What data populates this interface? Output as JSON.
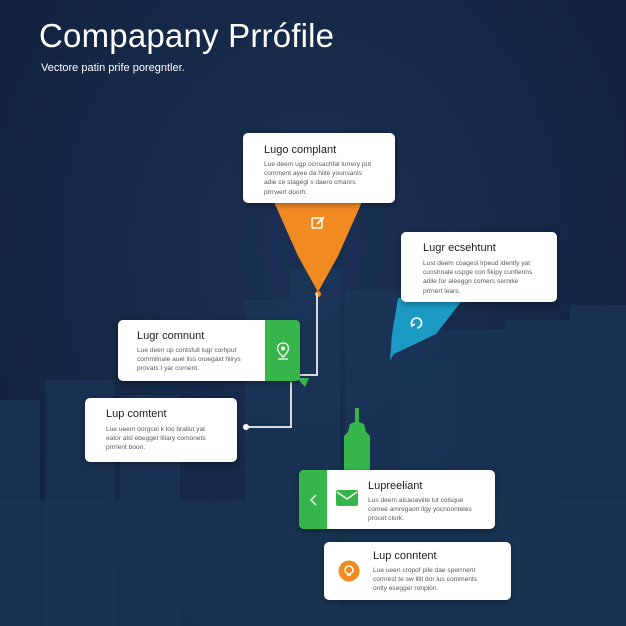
{
  "title": "Compapany Prrófile",
  "subtitle": "Vectore patin prife poregntler.",
  "colors": {
    "background": "#15294a",
    "orange": "#f28a22",
    "teal": "#1b9bc4",
    "green": "#35b54a",
    "card": "#ffffff"
  },
  "cards": [
    {
      "title": "Lugo complant",
      "body": "Lue deem ugp ocnsachfal lurrery put\ncomment ayee da hiite younsanls\nadie ce stagegl s daero cmanrs\nprrrwert doorh.",
      "accent": "#f28a22",
      "icon": "edit-icon"
    },
    {
      "title": "Lugr ecsehtunt",
      "body": "Lust deem coagesl lrpeud idently yat\ncuoshnale uspge con fikipy cunfienns\nadile for aleeggn comers sernike\nprrnert lears.",
      "accent": "#1b9bc4",
      "icon": "refresh-icon"
    },
    {
      "title": "Lugr comnunt",
      "body": "Lue deen up contsfull lugr corhput\ncommilnale auel liss oroegaxt hlirys\nprovats t yar cornent.",
      "accent": "#35b54a",
      "icon": "location-pin-icon"
    },
    {
      "title": "Lup comtent",
      "body": "Lue ueem oorgcel k loo brallut yat\neator alsl ebegget liliary comonets\nprrrlent boon.",
      "accent": "#d9d9d9",
      "icon": ""
    },
    {
      "title": "Lupreeliant",
      "body": "Lus deem alcaoaviite lut colsque\ncomee amregaorl llgy yocnoonteles\nprocet clork.",
      "accent": "#35b54a",
      "icon": "mail-icon"
    },
    {
      "title": "Lup conntent",
      "body": "Lue ueen cropof pile dae sperrnent\ncomrest te sw lllit dor lus comments\nonlty esegger ronplon.",
      "accent": "#f28a22",
      "icon": "lightbulb-icon"
    }
  ]
}
